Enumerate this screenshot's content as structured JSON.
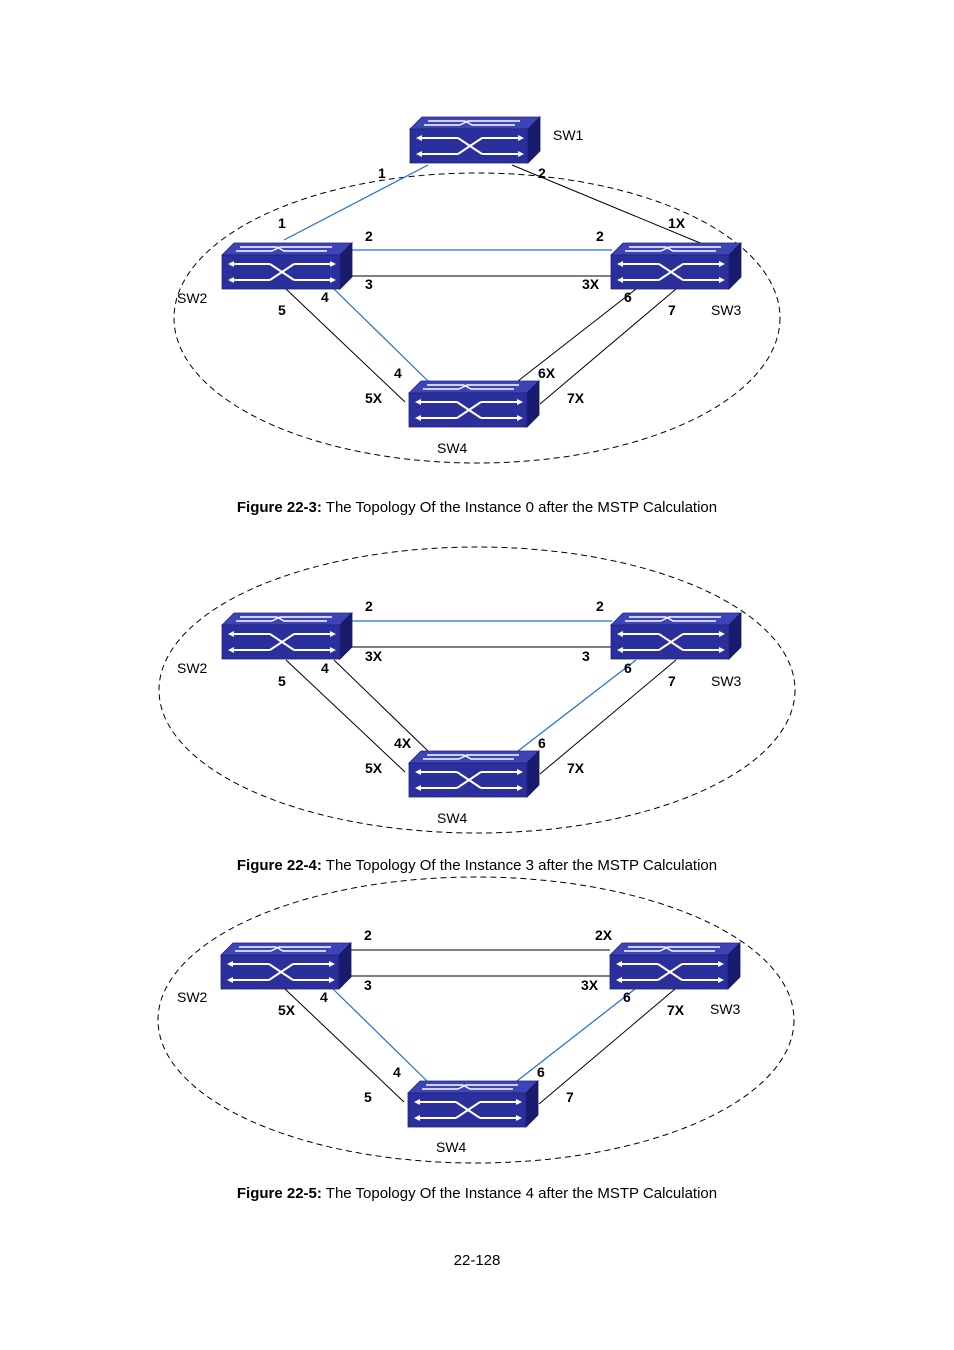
{
  "figures": [
    {
      "caption_label": "Figure 22-3:",
      "caption_text": " The Topology Of the Instance 0 after the MSTP Calculation",
      "switches": [
        "SW1",
        "SW2",
        "SW3",
        "SW4"
      ],
      "ports": [
        "1",
        "2",
        "1",
        "1X",
        "2",
        "2",
        "4",
        "3",
        "3X",
        "6",
        "5",
        "7",
        "4",
        "6X",
        "5X",
        "7X"
      ],
      "links": [
        {
          "from": "SW1 port 1",
          "to": "SW2 port 1",
          "state": "forwarding"
        },
        {
          "from": "SW1 port 2",
          "to": "SW3 port 1X",
          "state": "blocked"
        },
        {
          "from": "SW2 port 2",
          "to": "SW3 port 2",
          "state": "forwarding"
        },
        {
          "from": "SW2 port 3",
          "to": "SW3 port 3X",
          "state": "blocked"
        },
        {
          "from": "SW2 port 4",
          "to": "SW4 port 4",
          "state": "forwarding"
        },
        {
          "from": "SW2 port 5",
          "to": "SW4 port 5X",
          "state": "blocked"
        },
        {
          "from": "SW3 port 6",
          "to": "SW4 port 6X",
          "state": "blocked"
        },
        {
          "from": "SW3 port 7",
          "to": "SW4 port 7X",
          "state": "blocked"
        }
      ]
    },
    {
      "caption_label": "Figure 22-4:",
      "caption_text": " The Topology Of the Instance 3 after the MSTP Calculation",
      "switches": [
        "SW2",
        "SW3",
        "SW4"
      ],
      "ports": [
        "2",
        "2",
        "4",
        "3X",
        "3",
        "6",
        "5",
        "7",
        "4X",
        "6",
        "5X",
        "7X"
      ],
      "links": [
        {
          "from": "SW2 port 2",
          "to": "SW3 port 2",
          "state": "forwarding"
        },
        {
          "from": "SW2 port 3X",
          "to": "SW3 port 3",
          "state": "blocked"
        },
        {
          "from": "SW2 port 4",
          "to": "SW4 port 4X",
          "state": "blocked"
        },
        {
          "from": "SW2 port 5",
          "to": "SW4 port 5X",
          "state": "blocked"
        },
        {
          "from": "SW3 port 6",
          "to": "SW4 port 6",
          "state": "forwarding"
        },
        {
          "from": "SW3 port 7",
          "to": "SW4 port 7X",
          "state": "blocked"
        }
      ]
    },
    {
      "caption_label": "Figure 22-5:",
      "caption_text": " The Topology Of the Instance 4 after the MSTP Calculation",
      "switches": [
        "SW2",
        "SW3",
        "SW4"
      ],
      "ports": [
        "2",
        "2X",
        "4",
        "3",
        "3X",
        "6",
        "5X",
        "7X",
        "4",
        "6",
        "5",
        "7"
      ],
      "links": [
        {
          "from": "SW2 port 2",
          "to": "SW3 port 2X",
          "state": "blocked"
        },
        {
          "from": "SW2 port 3",
          "to": "SW3 port 3X",
          "state": "blocked"
        },
        {
          "from": "SW2 port 4",
          "to": "SW4 port 4",
          "state": "forwarding"
        },
        {
          "from": "SW2 port 5X",
          "to": "SW4 port 5",
          "state": "blocked"
        },
        {
          "from": "SW3 port 6",
          "to": "SW4 port 6",
          "state": "forwarding"
        },
        {
          "from": "SW3 port 7X",
          "to": "SW4 port 7",
          "state": "blocked"
        }
      ]
    }
  ],
  "page_number": "22-128",
  "colors": {
    "forwarding_link": "#1f6fd6",
    "blocked_link": "#000000",
    "switch_front": "#2a2f9c",
    "switch_top": "#3d44b8",
    "switch_side": "#191c6e",
    "switch_arrows": "#ffffff"
  }
}
